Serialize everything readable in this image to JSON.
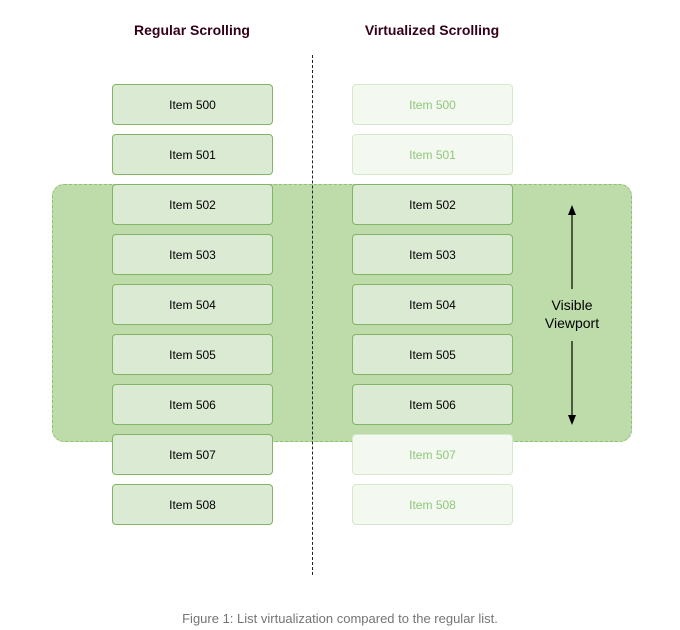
{
  "titles": {
    "regular": "Regular Scrolling",
    "virtualized": "Virtualized Scrolling"
  },
  "regular_items": [
    "Item 500",
    "Item 501",
    "Item 502",
    "Item 503",
    "Item 504",
    "Item 505",
    "Item 506",
    "Item 507",
    "Item 508"
  ],
  "virtualized_items": [
    {
      "label": "Item 500",
      "rendered": false
    },
    {
      "label": "Item 501",
      "rendered": false
    },
    {
      "label": "Item 502",
      "rendered": true
    },
    {
      "label": "Item 503",
      "rendered": true
    },
    {
      "label": "Item 504",
      "rendered": true
    },
    {
      "label": "Item 505",
      "rendered": true
    },
    {
      "label": "Item 506",
      "rendered": true
    },
    {
      "label": "Item 507",
      "rendered": false
    },
    {
      "label": "Item 508",
      "rendered": false
    }
  ],
  "viewport": {
    "label_line1": "Visible",
    "label_line2": "Viewport"
  },
  "caption": "Figure 1: List virtualization compared to the regular list.",
  "colors": {
    "viewport_fill": "#bddcaa",
    "viewport_border": "#8cc46e",
    "item_fill": "#dbead3",
    "item_border": "#82b366",
    "ghost_text": "#8fc87a",
    "title_text": "#33001a"
  }
}
